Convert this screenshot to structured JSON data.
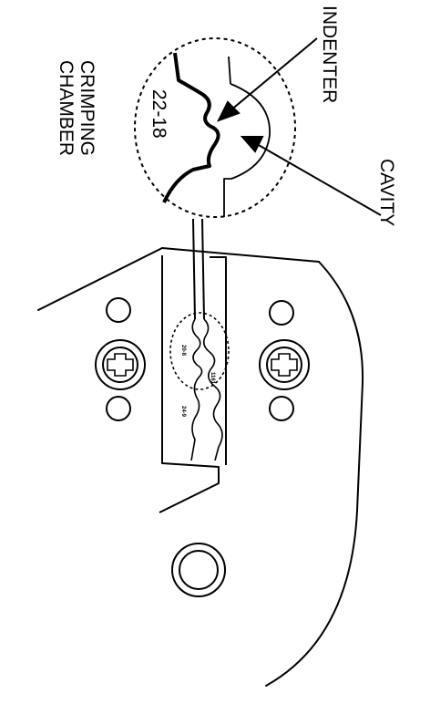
{
  "labels": {
    "indenter": "INDENTER",
    "cavity": "CAVITY",
    "crimping_chamber_line1": "CRIMPING",
    "crimping_chamber_line2": "CHAMBER",
    "wire_range": "22-18"
  },
  "die_markings": {
    "mark_1": "20-8",
    "mark_2": "1161",
    "mark_3": "24-9"
  },
  "colors": {
    "line": "#000000",
    "background": "#ffffff"
  }
}
